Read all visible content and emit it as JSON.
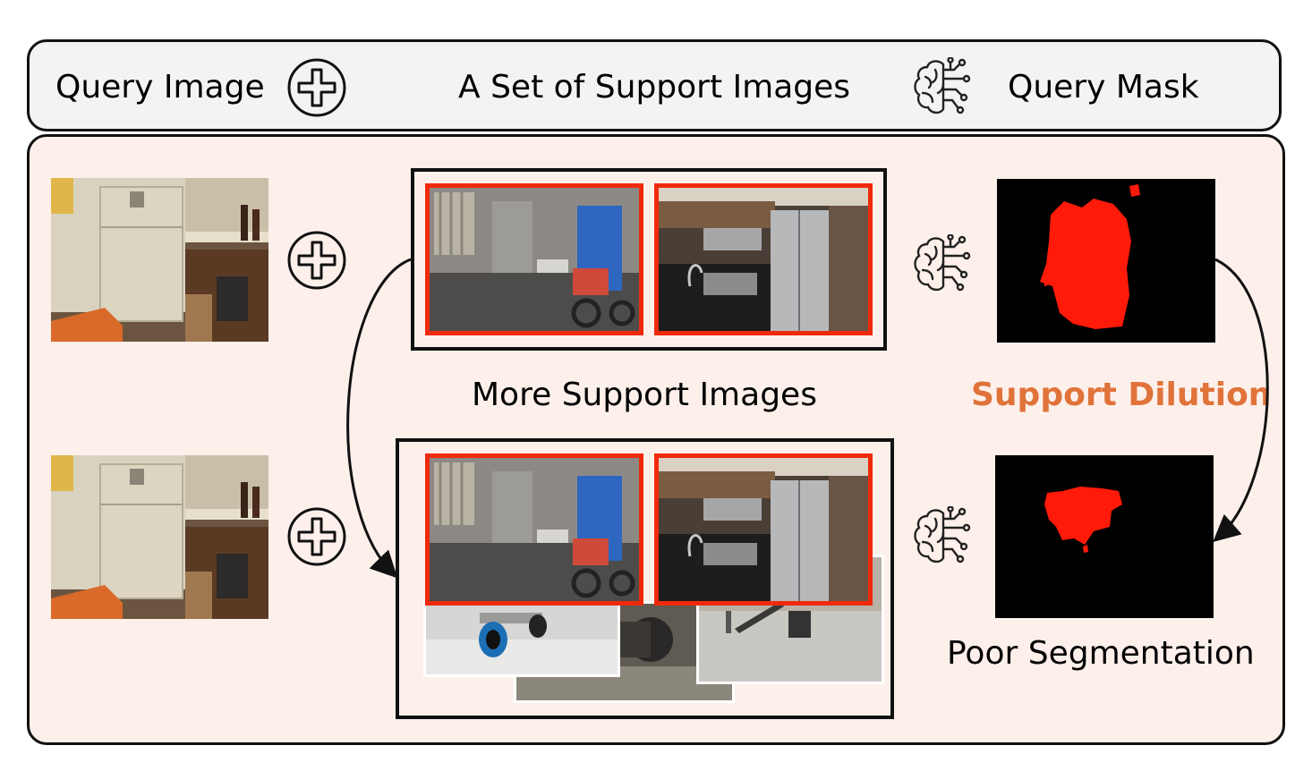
{
  "header": {
    "query_image": "Query Image",
    "support_set": "A Set of Support Images",
    "query_mask": "Query Mask"
  },
  "labels": {
    "more_support": "More Support Images",
    "support_dilution": "Support Dilution",
    "poor_segmentation": "Poor Segmentation"
  },
  "colors": {
    "highlight_orange": "#e0733a",
    "support_border_red": "#ef2a0c",
    "mask_red": "#ff0000",
    "panel_fill": "#fdf0ea",
    "header_fill": "#f3f3f3"
  },
  "icons": [
    "plus-circle-icon",
    "brain-circuit-icon",
    "curved-arrow-icon"
  ]
}
